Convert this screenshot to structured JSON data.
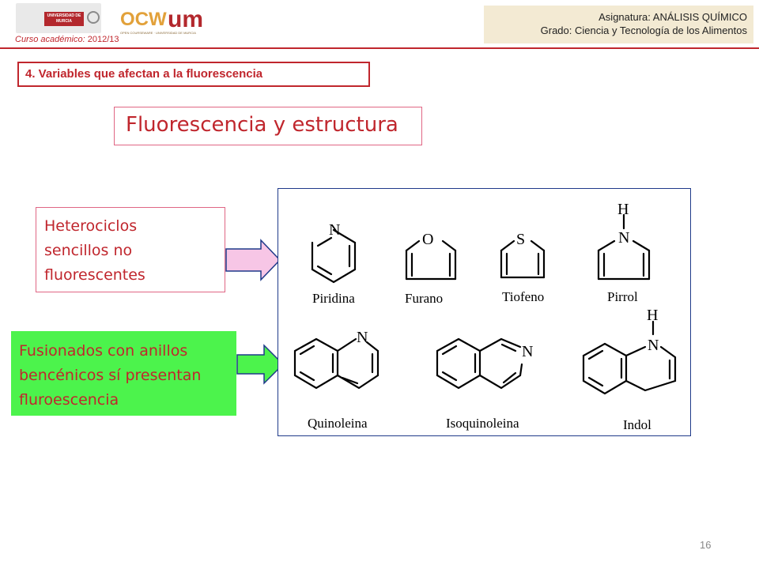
{
  "header": {
    "university_logo_text": "UNIVERSIDAD DE MURCIA",
    "ocw_logo_text": "OCW",
    "um_logo_text": "um",
    "ocw_logo_caption": "OPEN COURSEWARE · UNIVERSIDAD DE MURCIA",
    "course_year_label": "Curso académico:",
    "course_year_value": "2012/13",
    "subject_line": "Asignatura: ANÁLISIS QUÍMICO",
    "degree_line": "Grado: Ciencia y Tecnología de los Alimentos"
  },
  "section_title": "4. Variables que afectan a la fluorescencia",
  "slide_title": "Fluorescencia y estructura",
  "left_boxes": {
    "heterocycles": [
      "Heterociclos",
      "sencillos no",
      "fluorescentes"
    ],
    "fused": [
      "Fusionados con anillos",
      "bencénicos sí presentan",
      "fluroescencia"
    ]
  },
  "molecules": {
    "row1": [
      "Piridina",
      "Furano",
      "Tiofeno",
      "Pirrol"
    ],
    "row2": [
      "Quinoleina",
      "Isoquinoleina",
      "Indol"
    ],
    "atoms": {
      "n": "N",
      "o": "O",
      "s": "S",
      "h": "H"
    }
  },
  "colors": {
    "accent_red": "#c0262d",
    "pink_border": "#e06684",
    "green_fill": "#4cf34c",
    "pink_arrow": "#f7c6e6",
    "green_arrow": "#4cf34c",
    "frame_blue": "#1f3a8a",
    "subject_bg": "#f3ead3"
  },
  "page_number": "16"
}
